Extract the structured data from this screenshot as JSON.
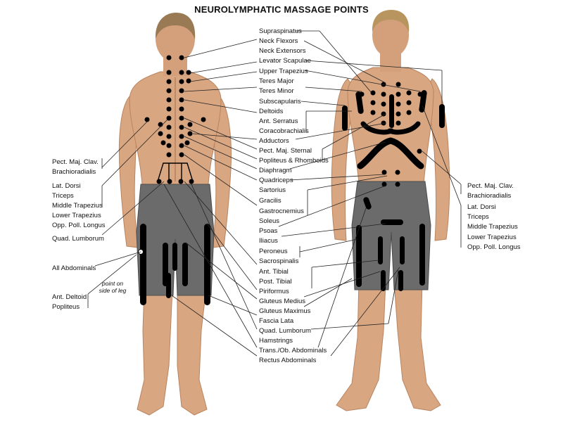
{
  "title": "NEUROLYMPHATIC MASSAGE POINTS",
  "center_labels": [
    "Supraspinatus",
    "Neck Flexors",
    "Neck Extensors",
    "Levator Scapulae",
    "Upper Trapezius",
    "Teres Major",
    "Teres Minor",
    "Subscapularis",
    "Deltoids",
    "Ant. Serratus",
    "Coracobrachialis",
    "Adductors",
    "Pect. Maj. Sternal",
    "Popliteus & Rhomboids",
    "Diaphragm",
    "Quadriceps",
    "Sartorius",
    "Gracilis",
    "Gastrocnemius",
    "Soleus",
    "Psoas",
    "Iliacus",
    "Peroneus",
    "Sacrospinalis",
    "Ant. Tibial",
    "Post. Tibial",
    "Piriformus",
    "Gluteus Medius",
    "Gluteus Maximus",
    "Fascia Lata",
    "Quad. Lumborum",
    "Hamstrings",
    "Trans./Ob. Abdominals",
    "Rectus Abdominals"
  ],
  "left_labels": {
    "pect_group": [
      "Pect. Maj. Clav.",
      "Brachioradialis"
    ],
    "lat_group": [
      "Lat. Dorsi",
      "Triceps",
      "Middle Trapezius",
      "Lower Trapezius",
      "Opp. Poll. Longus"
    ],
    "quad_lumborum": "Quad. Lumborum",
    "all_abdominals": "All Abdominals",
    "deltoid_group": [
      "Ant. Deltoid",
      "Popliteus"
    ],
    "note": [
      "point on",
      "side of leg"
    ]
  },
  "right_labels": {
    "pect_group": [
      "Pect. Maj. Clav.",
      "Brachioradialis"
    ],
    "lat_group": [
      "Lat. Dorsi",
      "Triceps",
      "Middle Trapezius",
      "Lower Trapezius",
      "Opp. Poll. Longus"
    ]
  },
  "colors": {
    "skin": "#d9a682",
    "skin_shade": "#b98460",
    "hair": "#9a7a55",
    "shorts": "#6b6b6b",
    "point": "#000000",
    "line": "#222222"
  }
}
